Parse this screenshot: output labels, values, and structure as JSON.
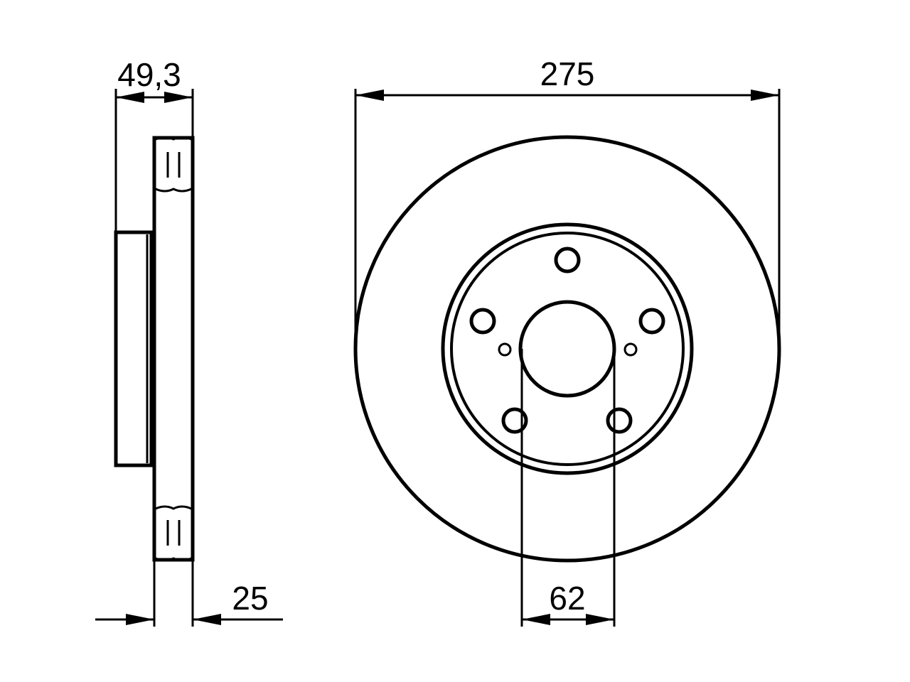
{
  "dimensions": {
    "overall_thickness": "49,3",
    "outer_diameter": "275",
    "disc_thickness": "25",
    "center_bore": "62"
  },
  "colors": {
    "line": "#000000",
    "background": "#ffffff"
  }
}
